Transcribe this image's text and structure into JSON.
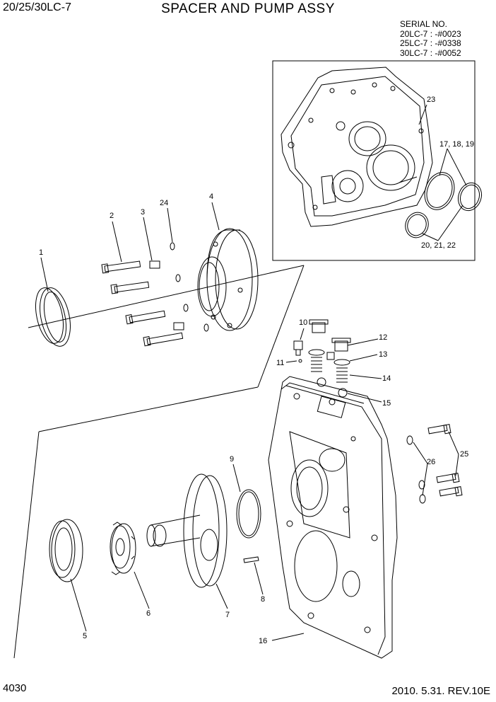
{
  "header": {
    "model": "20/25/30LC-7",
    "title": "SPACER AND PUMP ASSY"
  },
  "serial": {
    "heading": "SERIAL NO.",
    "lines": [
      "20LC-7 : -#0023",
      "25LC-7 : -#0338",
      "30LC-7 : -#0052"
    ]
  },
  "callouts": {
    "c1": "1",
    "c2": "2",
    "c3": "3",
    "c4": "4",
    "c5": "5",
    "c6": "6",
    "c7": "7",
    "c8": "8",
    "c9": "9",
    "c10": "10",
    "c11": "11",
    "c12": "12",
    "c13": "13",
    "c14": "14",
    "c15": "15",
    "c16": "16",
    "c17": "17, 18, 19",
    "c20": "20, 21, 22",
    "c23": "23",
    "c24": "24",
    "c25": "25",
    "c26": "26"
  },
  "footer": {
    "page_number": "4030",
    "revision": "2010. 5.31.  REV.10E"
  }
}
